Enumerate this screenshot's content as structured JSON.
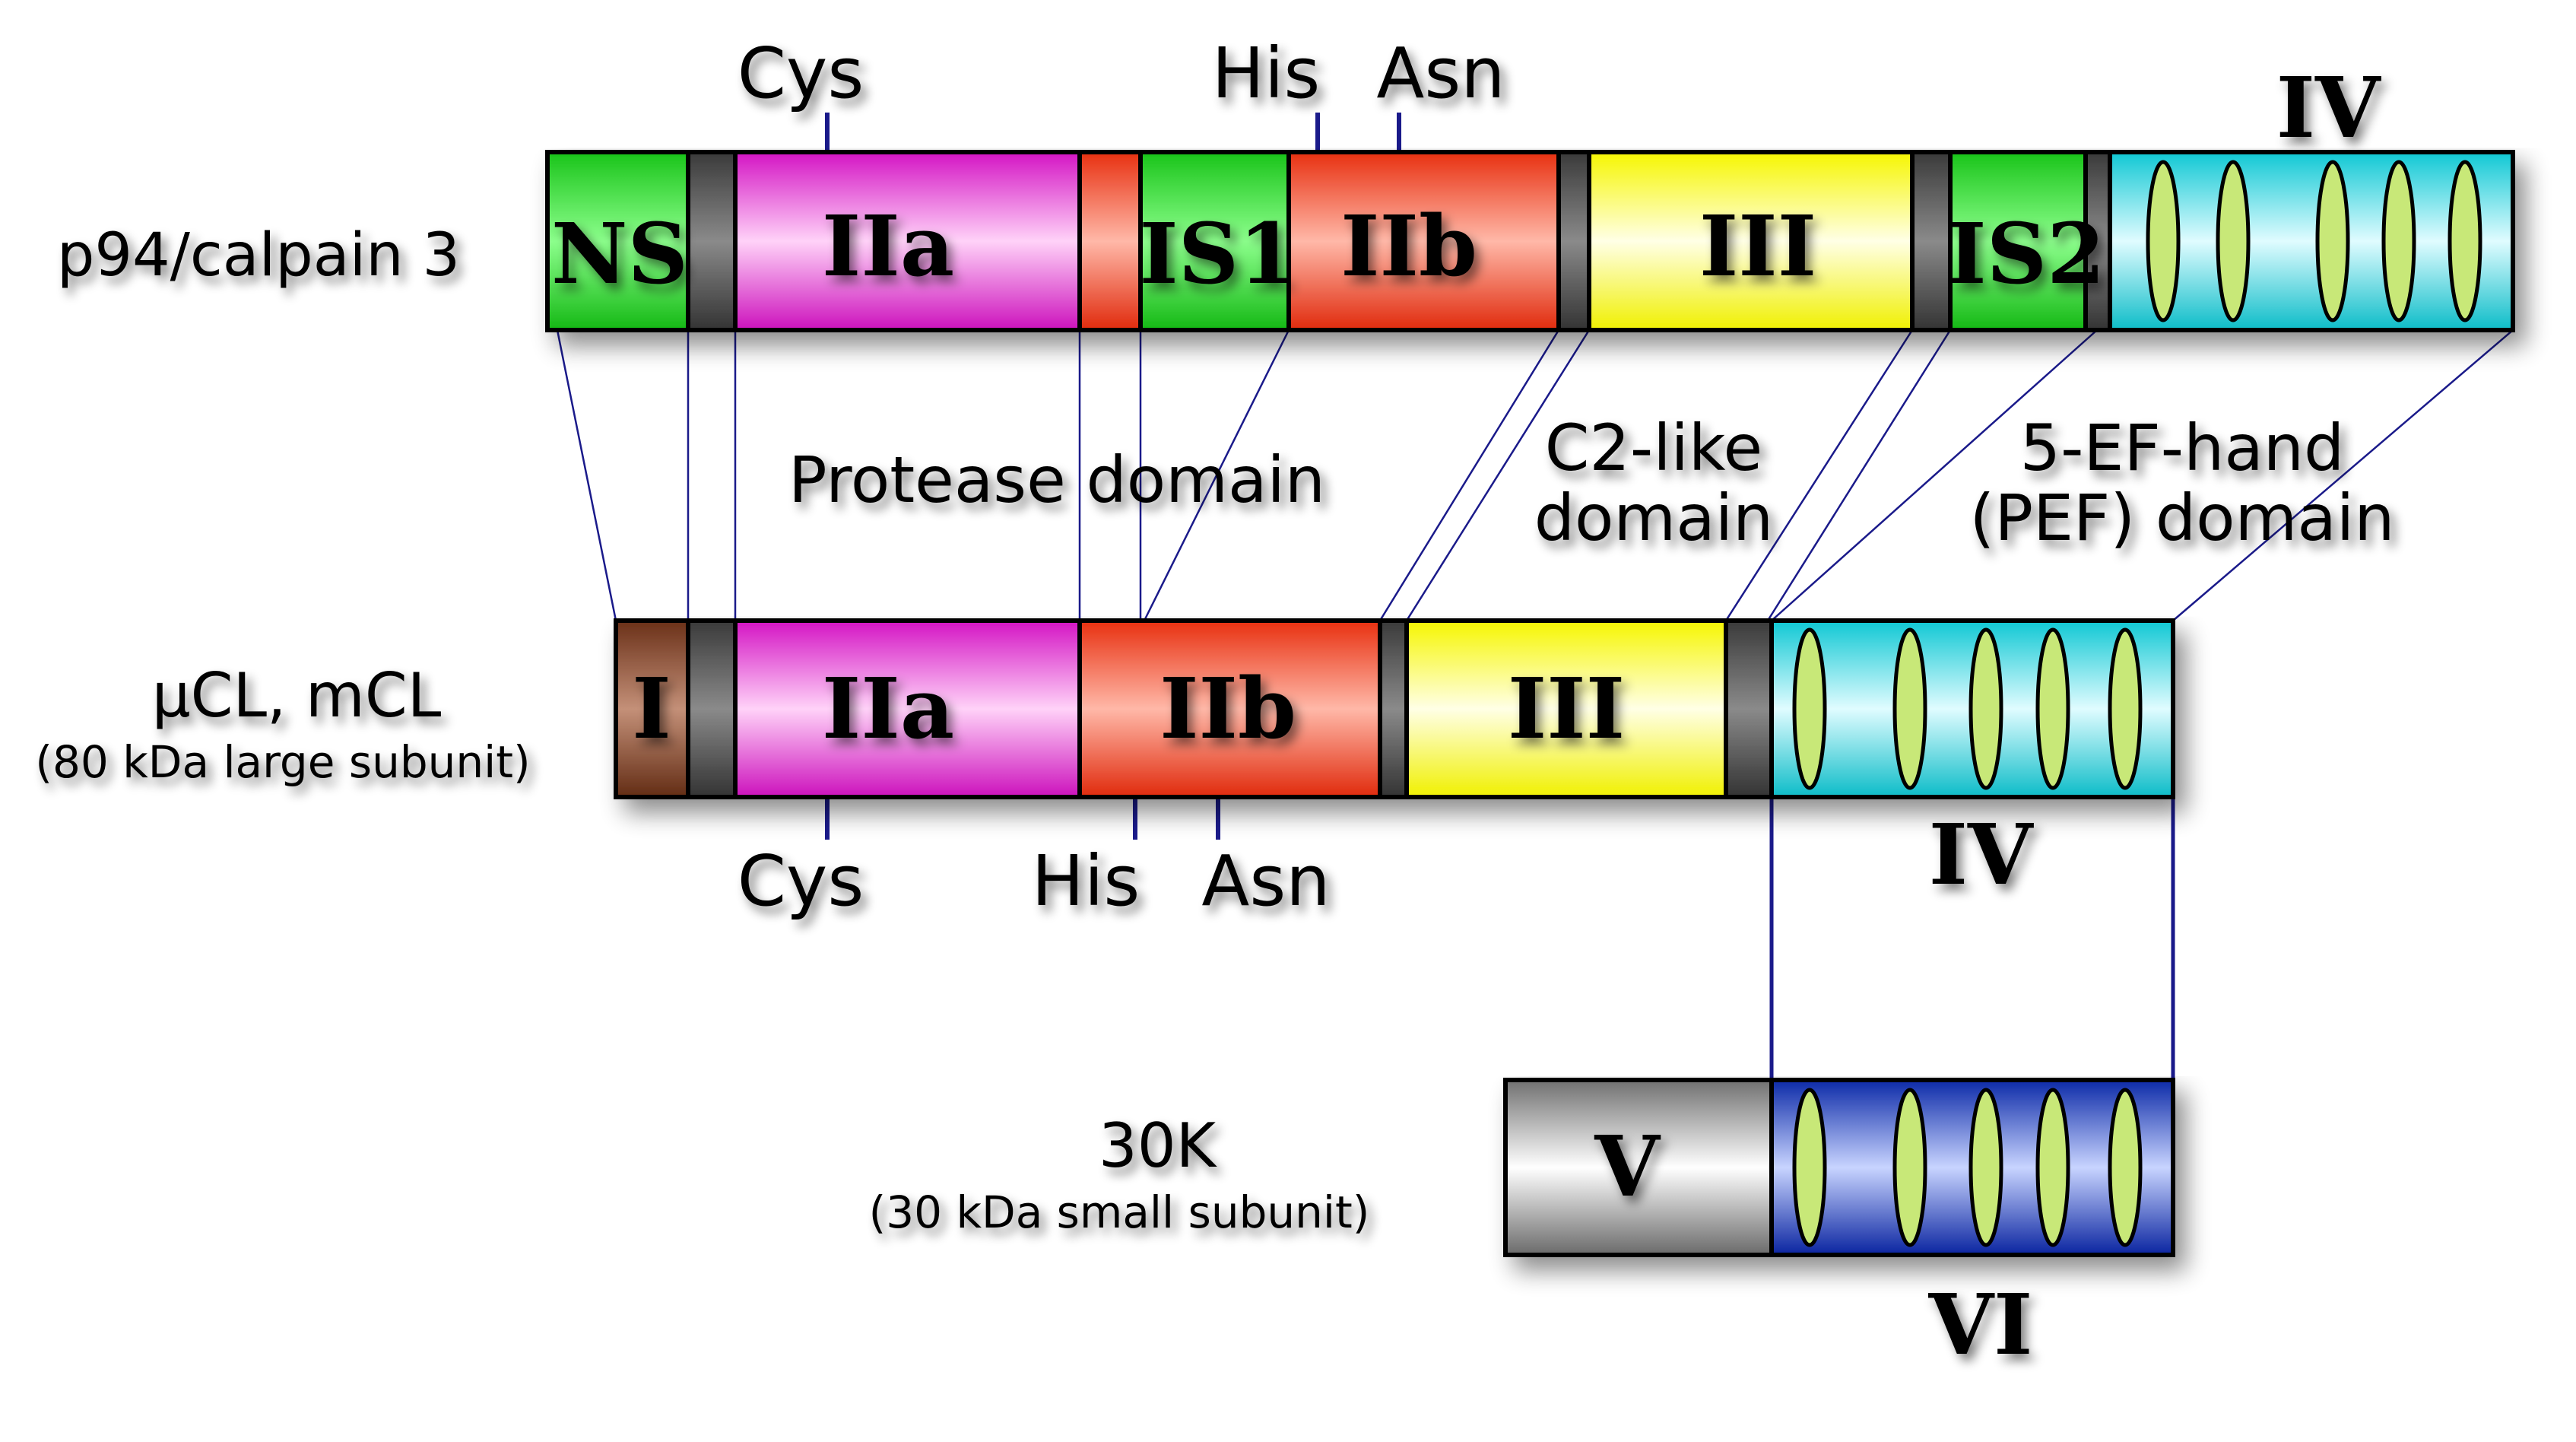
{
  "rows": {
    "p94": {
      "label": "p94/calpain 3",
      "segments": [
        {
          "label": "NS",
          "kind": "green"
        },
        {
          "label": "",
          "kind": "grey"
        },
        {
          "label": "IIa",
          "kind": "magenta"
        },
        {
          "label": "",
          "kind": "red"
        },
        {
          "label": "IS1",
          "kind": "green"
        },
        {
          "label": "IIb",
          "kind": "red"
        },
        {
          "label": "",
          "kind": "grey"
        },
        {
          "label": "III",
          "kind": "yellow"
        },
        {
          "label": "",
          "kind": "grey"
        },
        {
          "label": "IS2",
          "kind": "green"
        },
        {
          "label": "",
          "kind": "grey"
        },
        {
          "label": "",
          "kind": "cyan"
        }
      ],
      "domain_iv_label": "IV",
      "residues": [
        "Cys",
        "His",
        "Asn"
      ]
    },
    "cl": {
      "label_line1": "μCL, mCL",
      "label_line2": "(80 kDa large subunit)",
      "segments": [
        {
          "label": "I",
          "kind": "brown"
        },
        {
          "label": "",
          "kind": "grey"
        },
        {
          "label": "IIa",
          "kind": "magenta"
        },
        {
          "label": "IIb",
          "kind": "red"
        },
        {
          "label": "",
          "kind": "grey"
        },
        {
          "label": "III",
          "kind": "yellow"
        },
        {
          "label": "",
          "kind": "grey"
        },
        {
          "label": "",
          "kind": "cyan"
        }
      ],
      "domain_iv_label": "IV",
      "residues": [
        "Cys",
        "His",
        "Asn"
      ]
    },
    "small": {
      "label_line1": "30K",
      "label_line2": "(30 kDa small subunit)",
      "segments": [
        {
          "label": "V",
          "kind": "grey"
        },
        {
          "label": "",
          "kind": "blue"
        }
      ],
      "domain_vi_label": "VI"
    }
  },
  "annotations": {
    "protease": "Protease domain",
    "c2_line1": "C2-like",
    "c2_line2": "domain",
    "pef_line1": "5-EF-hand",
    "pef_line2": "(PEF) domain"
  },
  "colors": {
    "green": "#22e022",
    "grey": "#4a4a4a",
    "magenta": "#e020d0",
    "red": "#f03a1a",
    "yellow": "#ffff10",
    "cyan": "#18d8e0",
    "brown": "#7a3a1e",
    "blue": "#1030b8",
    "ef_hand": "#c8e878",
    "connector": "#1a1a8a"
  }
}
